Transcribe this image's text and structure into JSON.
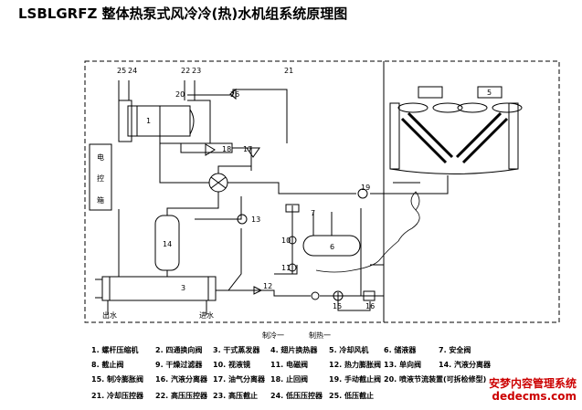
{
  "title": "LSBLGRFZ 整体热泵式风冷冷(热)水机组系统原理图",
  "labels": {
    "control_box": [
      "电",
      "控",
      "箱"
    ],
    "water_out": "出水",
    "water_in": "进水",
    "line_legend": [
      "制冷一",
      "制热一"
    ],
    "components": {
      "c1": "1",
      "c3": "3",
      "c5": "5",
      "c6": "6",
      "c7": "7",
      "c10": "10",
      "c11": "11",
      "c12": "12",
      "c13": "13",
      "c14": "14",
      "c15": "15",
      "c16": "16",
      "c17": "17",
      "c18": "18",
      "c19": "19",
      "c20": "20",
      "c21": "21",
      "c22": "22",
      "c23": "23",
      "c24": "24",
      "c25": "25",
      "c26": "26"
    }
  },
  "legend": [
    "1. 螺杆压缩机",
    "2. 四通换向阀",
    "3. 干式蒸发器",
    "4. 翅片换热器",
    "5. 冷却风机",
    "6. 储液器",
    "7. 安全阀",
    "8. 截止阀",
    "9. 干燥过滤器",
    "10. 视液镜",
    "11. 电磁阀",
    "12. 热力膨胀阀",
    "13. 单向阀",
    "14. 汽液分离器",
    "15. 制冷膨胀阀",
    "16. 汽液分离器",
    "17. 油气分离器",
    "18. 止回阀",
    "19. 手动截止阀",
    "20. 喷液节流装置(可拆检修型)",
    "21. 冷却压控器",
    "22. 高压压控器",
    "23. 高压截止",
    "24. 低压压控器",
    "25. 低压截止"
  ],
  "watermark": [
    "安梦内容管理系统",
    "dedecms.com"
  ]
}
